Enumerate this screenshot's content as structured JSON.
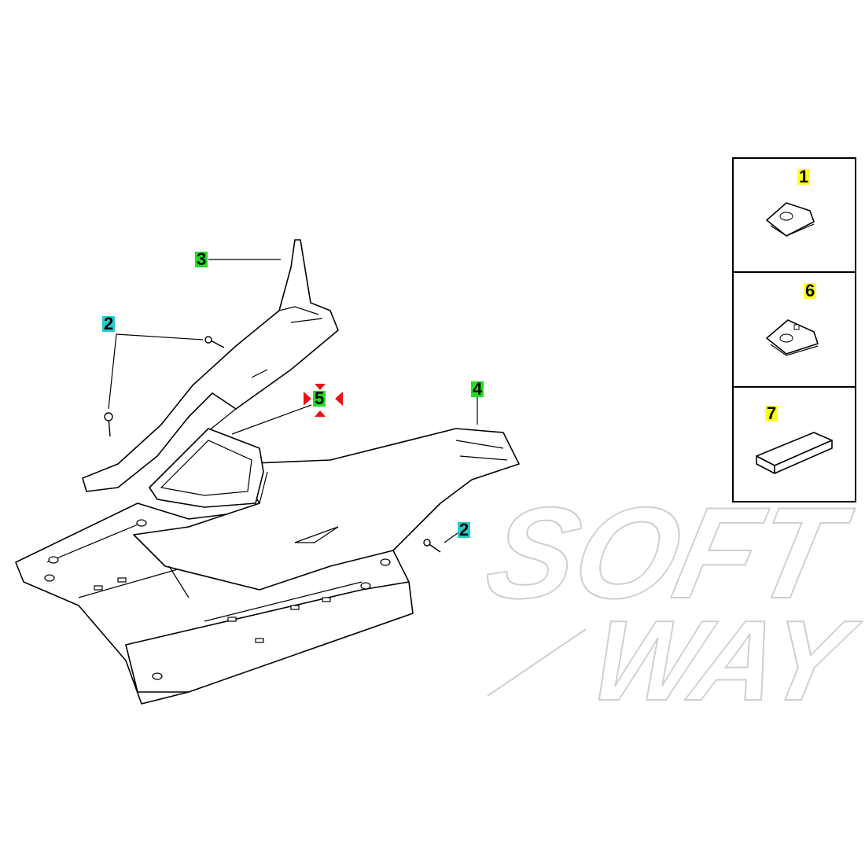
{
  "watermark": {
    "line1": "SOFT",
    "line2": "WAY"
  },
  "callouts": [
    {
      "id": "3",
      "text": "3",
      "color": "#22dd22"
    },
    {
      "id": "2a",
      "text": "2",
      "color": "#22cccc"
    },
    {
      "id": "5",
      "text": "5",
      "color": "#22dd22",
      "selected": true,
      "marker_color": "#ee1111"
    },
    {
      "id": "4",
      "text": "4",
      "color": "#22dd22"
    },
    {
      "id": "2b",
      "text": "2",
      "color": "#22cccc"
    },
    {
      "id": "1",
      "text": "1",
      "color": "#ffff22"
    },
    {
      "id": "6",
      "text": "6",
      "color": "#ffff22"
    },
    {
      "id": "7",
      "text": "7",
      "color": "#ffff22"
    }
  ]
}
